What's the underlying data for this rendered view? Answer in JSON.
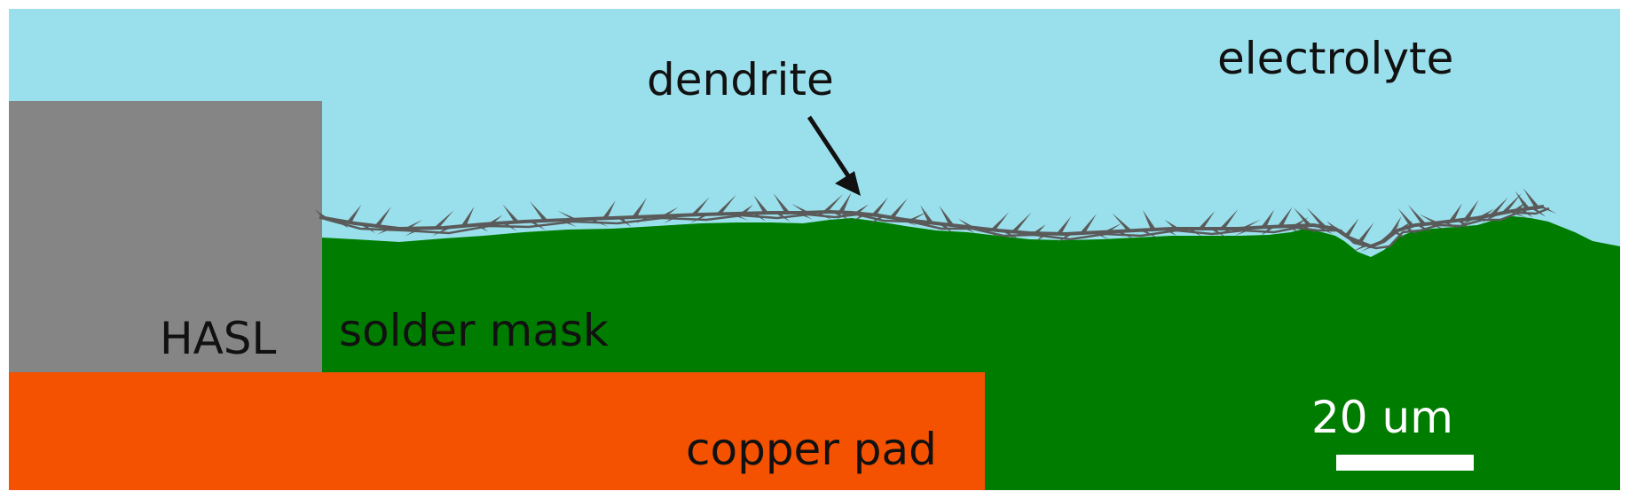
{
  "labels": {
    "electrolyte": "electrolyte",
    "dendrite": "dendrite",
    "hasl": "HASL",
    "solder_mask": "solder mask",
    "copper_pad": "copper pad",
    "scale_bar": "20 um"
  },
  "colors": {
    "electrolyte": "#9ae0ec",
    "hasl": "#858585",
    "solder_mask": "#007d00",
    "copper_pad": "#f45200",
    "dendrite": "#5a5a5a",
    "scale_bar": "#ffffff",
    "arrow": "#111111"
  }
}
